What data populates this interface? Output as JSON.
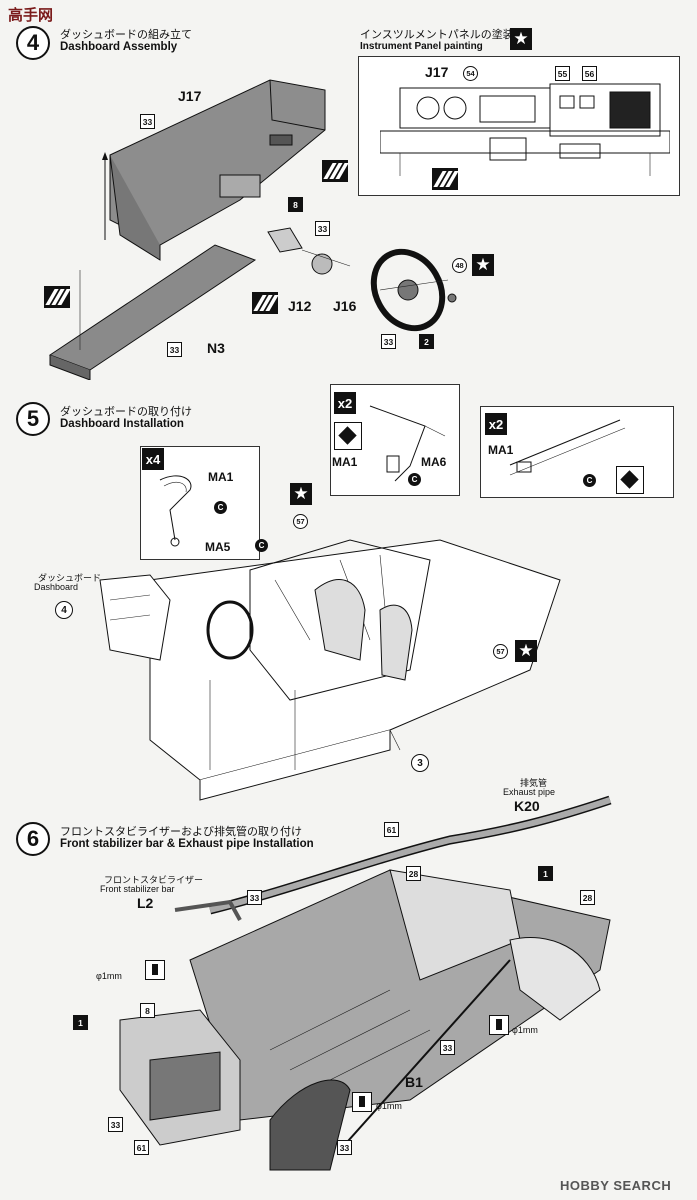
{
  "watermark": {
    "logo_text": "高手网",
    "site_name": "HOBBY SEARCH"
  },
  "step4": {
    "number": "4",
    "title_jp": "ダッシュボードの組み立て",
    "title_en": "Dashboard Assembly",
    "parts": [
      "J17",
      "N3",
      "J12",
      "J16"
    ],
    "part_numbers": [
      "33",
      "33",
      "33",
      "8",
      "33",
      "2",
      "48"
    ],
    "panel": {
      "title_jp": "インスツルメントパネルの塗装",
      "title_en": "Instrument Panel painting",
      "part": "J17",
      "decals": [
        "54",
        "55",
        "56"
      ]
    }
  },
  "step5": {
    "number": "5",
    "title_jp": "ダッシュボードの取り付け",
    "title_en": "Dashboard Installation",
    "callout_a": {
      "multiplier": "x4",
      "parts": [
        "MA1",
        "MA5"
      ],
      "color": "C"
    },
    "callout_b": {
      "multiplier": "x2",
      "parts": [
        "MA1",
        "MA6"
      ],
      "color": "C"
    },
    "callout_c": {
      "multiplier": "x2",
      "parts": [
        "MA1"
      ],
      "color": "C"
    },
    "dashboard_jp": "ダッシュボード",
    "dashboard_en": "Dashboard",
    "dashboard_ref": "4",
    "decal": "57",
    "decal2": "57",
    "color_mark": "C",
    "body_ref": "3"
  },
  "step6": {
    "number": "6",
    "title_jp": "フロントスタビライザーおよび排気管の取り付け",
    "title_en": "Front stabilizer bar & Exhaust pipe Installation",
    "exhaust_jp": "排気管",
    "exhaust_en": "Exhaust pipe",
    "exhaust_part": "K20",
    "stabilizer_jp": "フロントスタビライザー",
    "stabilizer_en": "Front stabilizer bar",
    "stabilizer_part": "L2",
    "floor_part": "B1",
    "drill_size": "φ1mm",
    "drill_size_2": "φ1mm",
    "drill_size_3": "φ1mm",
    "numbers": {
      "n61a": "61",
      "n61b": "61",
      "n28a": "28",
      "n28b": "28",
      "n1a": "1",
      "n1b": "1",
      "n8": "8",
      "n33a": "33",
      "n33b": "33",
      "n33c": "33",
      "n33d": "33"
    }
  }
}
